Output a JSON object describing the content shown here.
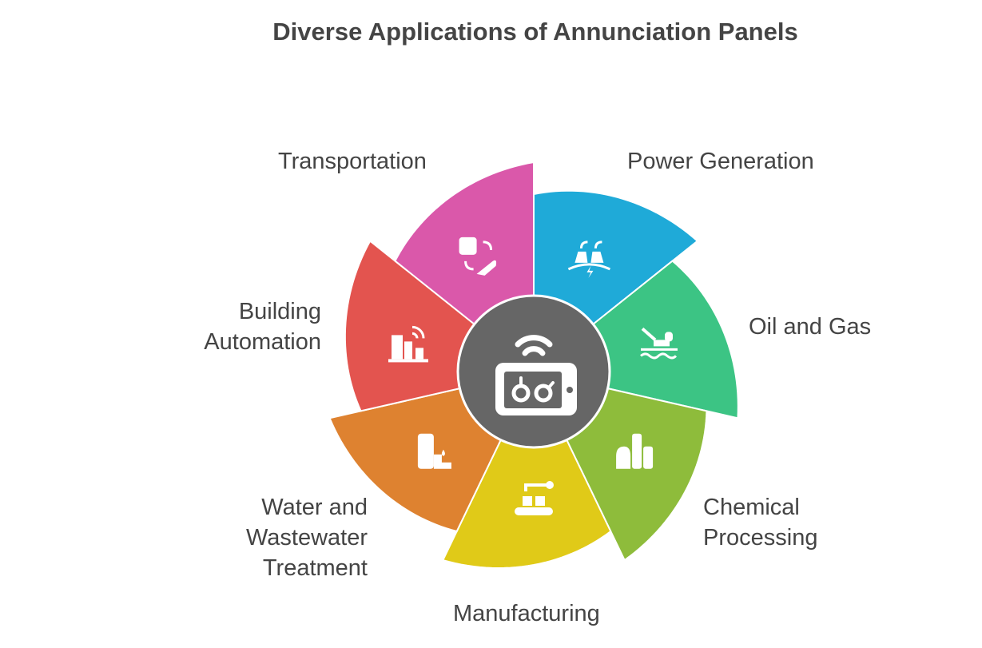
{
  "title": "Diverse Applications of Annunciation Panels",
  "center": {
    "icon": "annunciation-panel-icon",
    "color": "#666666"
  },
  "segments": [
    {
      "label": "Power Generation",
      "color": "#1FAAD8",
      "icon": "power-plant-icon"
    },
    {
      "label": "Oil and Gas",
      "color": "#3CC484",
      "icon": "oil-rig-icon"
    },
    {
      "label": "Chemical Processing",
      "color": "#8EBC3B",
      "icon": "chemical-plant-icon"
    },
    {
      "label": "Manufacturing",
      "color": "#E0CA18",
      "icon": "robot-arm-conveyor-icon"
    },
    {
      "label": "Water and Wastewater Treatment",
      "color": "#DE8230",
      "icon": "water-treatment-icon"
    },
    {
      "label": "Building Automation",
      "color": "#E3544F",
      "icon": "smart-building-icon"
    },
    {
      "label": "Transportation",
      "color": "#DA58AA",
      "icon": "transport-icon"
    }
  ]
}
